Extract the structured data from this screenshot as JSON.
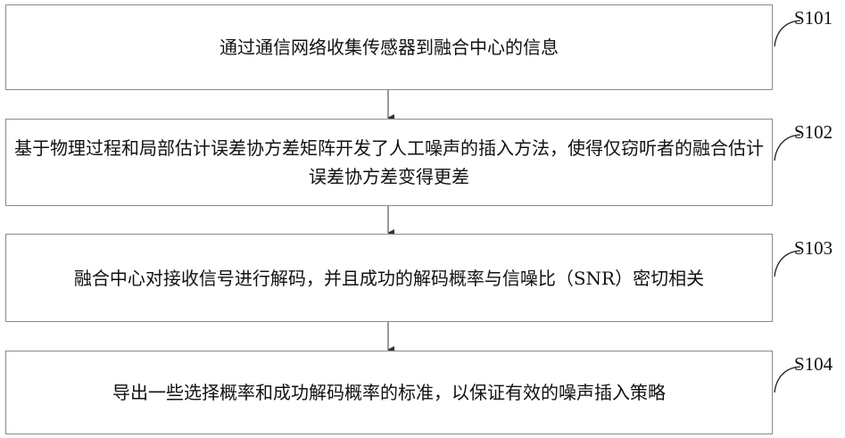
{
  "steps": [
    {
      "id": "S101",
      "text": "通过通信网络收集传感器到融合中心的信息"
    },
    {
      "id": "S102",
      "text": "基于物理过程和局部估计误差协方差矩阵开发了人工噪声的插入方法，使得仅窃听者的融合估计误差协方差变得更差"
    },
    {
      "id": "S103",
      "text": "融合中心对接收信号进行解码，并且成功的解码概率与信噪比（SNR）密切相关"
    },
    {
      "id": "S104",
      "text": "导出一些选择概率和成功解码概率的标准，以保证有效的噪声插入策略"
    }
  ]
}
